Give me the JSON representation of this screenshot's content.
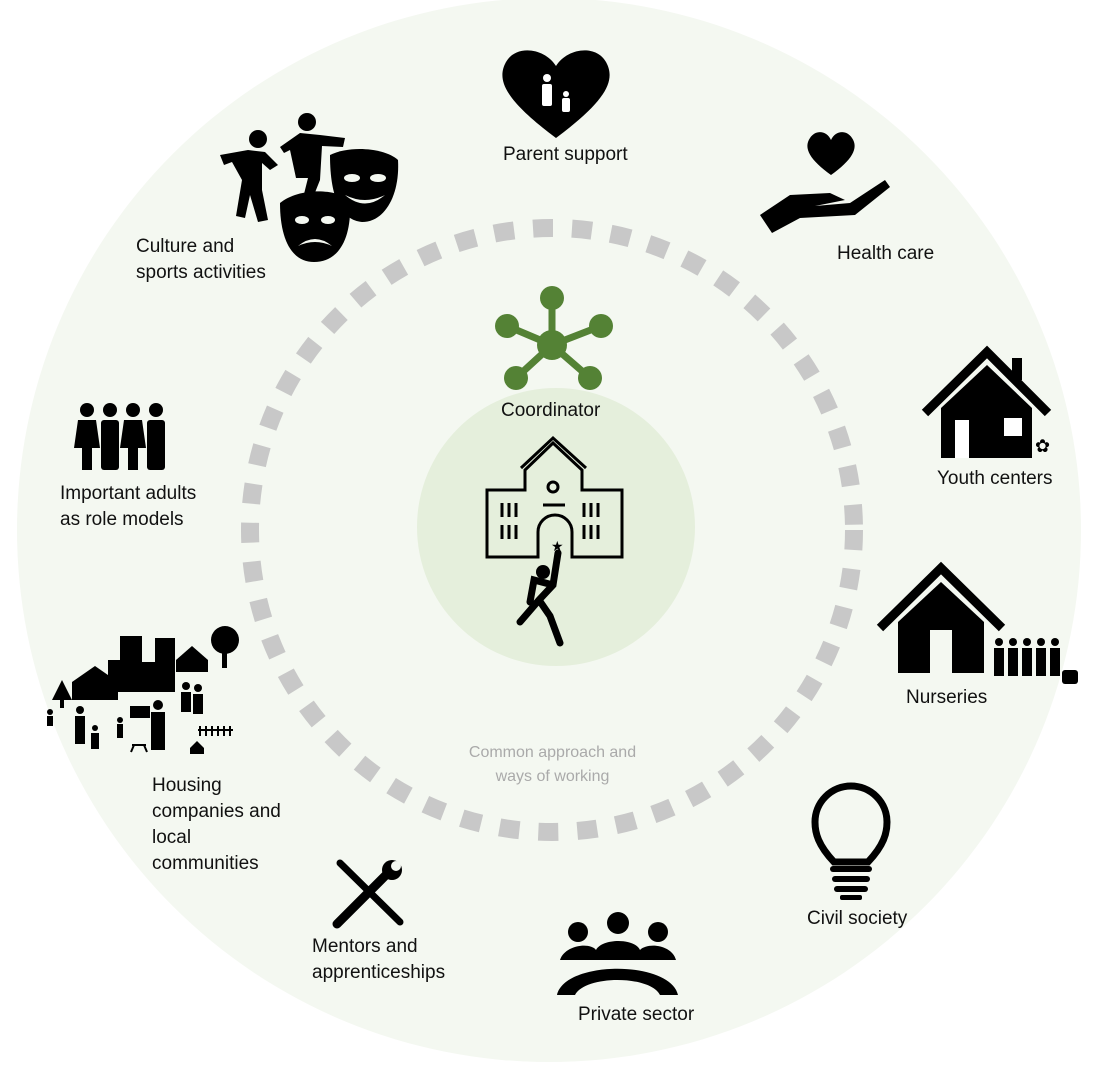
{
  "colors": {
    "outer_bg": "#f4f8f1",
    "inner_bg": "#e5efdc",
    "accent": "#548235",
    "ring": "#c8c8c8",
    "icon": "#000000"
  },
  "center": {
    "coordinator_label": "Coordinator",
    "approach_line1": "Common approach and",
    "approach_line2": "ways of working"
  },
  "nodes": [
    {
      "id": "parent-support",
      "icon": "heart-family-icon",
      "lines": [
        "Parent support"
      ]
    },
    {
      "id": "health-care",
      "icon": "hand-heart-icon",
      "lines": [
        "Health care"
      ]
    },
    {
      "id": "youth-centers",
      "icon": "house-icon",
      "lines": [
        "Youth centers"
      ]
    },
    {
      "id": "nurseries",
      "icon": "house-children-icon",
      "lines": [
        "Nurseries"
      ]
    },
    {
      "id": "civil-society",
      "icon": "lightbulb-icon",
      "lines": [
        "Civil society"
      ]
    },
    {
      "id": "private-sector",
      "icon": "meeting-group-icon",
      "lines": [
        "Private sector"
      ]
    },
    {
      "id": "mentors",
      "icon": "tools-icon",
      "lines": [
        "Mentors and",
        "apprenticeships"
      ]
    },
    {
      "id": "housing",
      "icon": "community-icon",
      "lines": [
        "Housing",
        "companies and",
        "local",
        "communities"
      ]
    },
    {
      "id": "adults",
      "icon": "people-icon",
      "lines": [
        "Important adults",
        "as role models"
      ]
    },
    {
      "id": "culture",
      "icon": "theater-sports-icon",
      "lines": [
        "Culture and",
        "sports activities"
      ]
    }
  ]
}
